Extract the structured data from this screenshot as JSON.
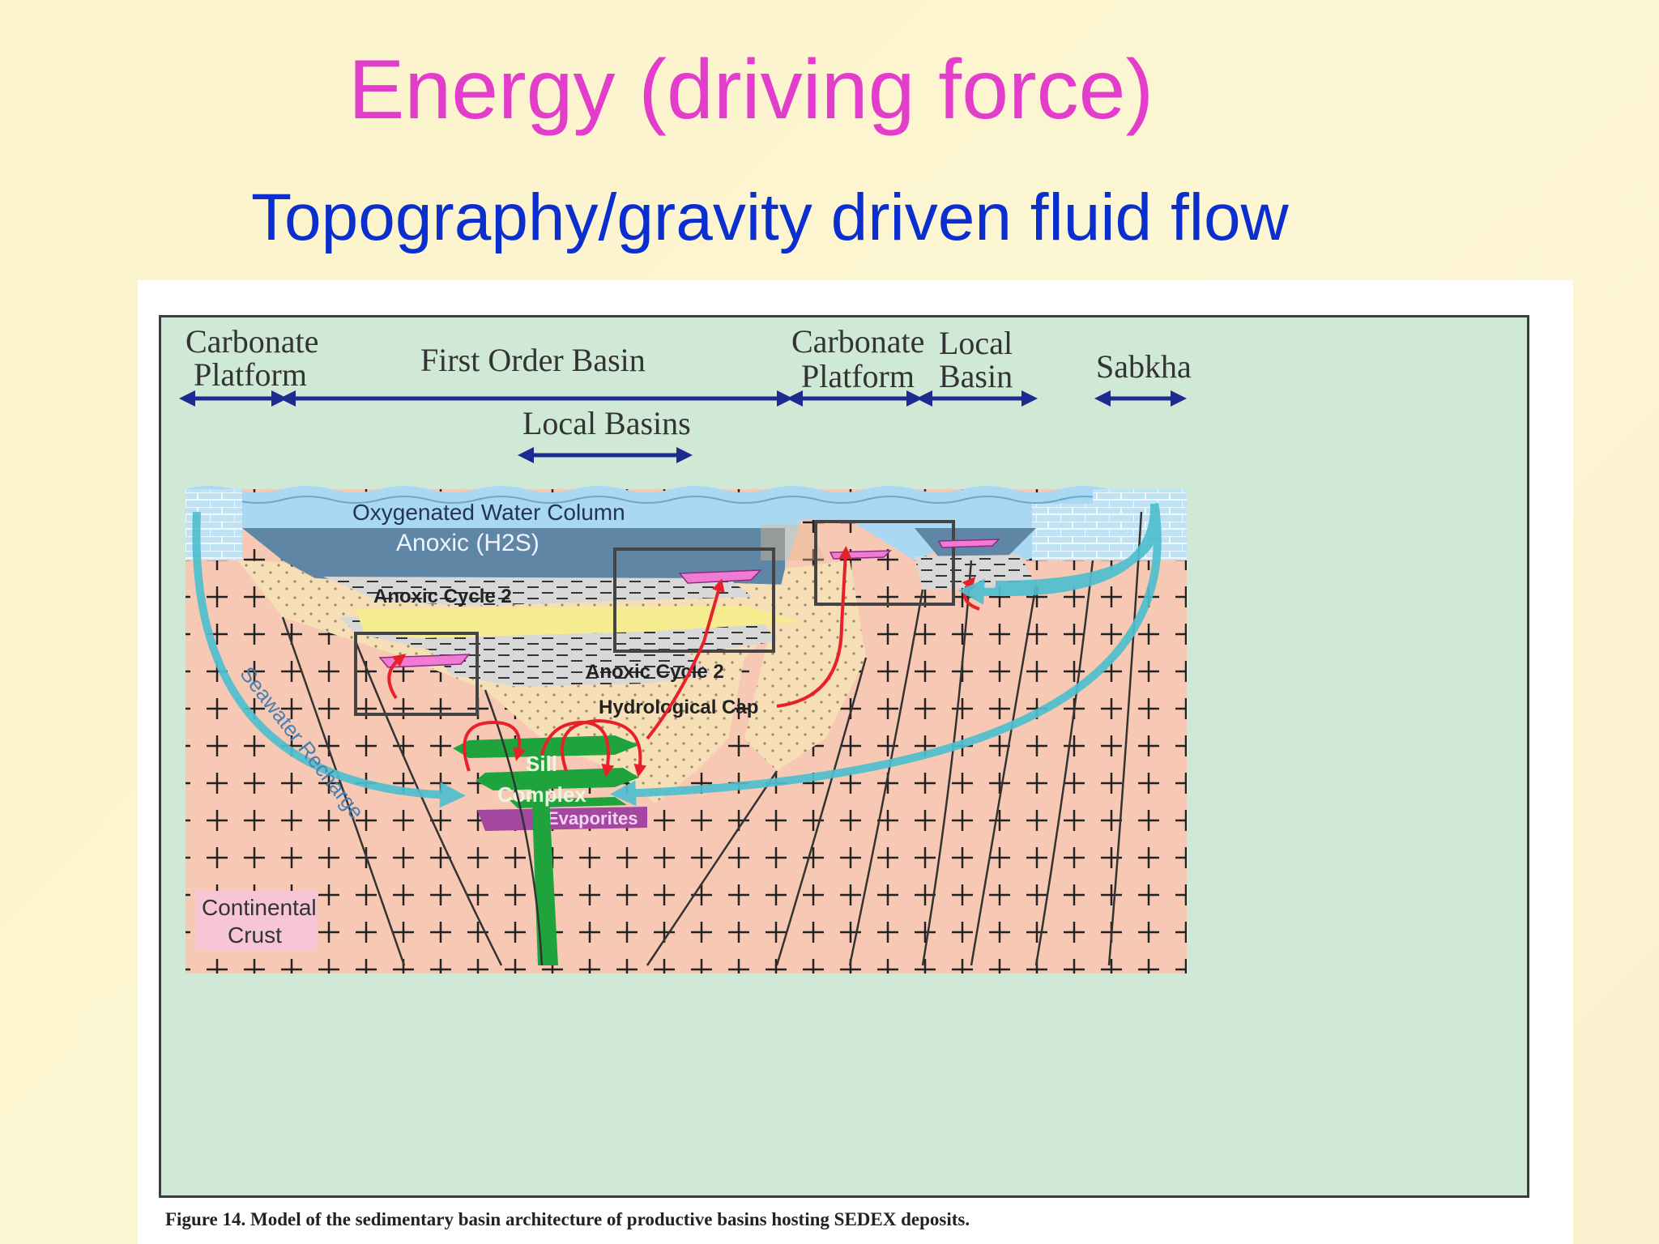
{
  "slide": {
    "title": "Energy (driving force)",
    "subtitle": "Topography/gravity driven fluid flow"
  },
  "figure": {
    "top_labels": {
      "carbonate_platform_left": [
        "Carbonate",
        "Platform"
      ],
      "first_order_basin": "First Order Basin",
      "carbonate_platform_right": [
        "Carbonate",
        "Platform"
      ],
      "local_basin": [
        "Local",
        "Basin"
      ],
      "sabkha": "Sabkha",
      "local_basins": "Local Basins"
    },
    "layers": {
      "oxygenated_water_column": "Oxygenated Water Column",
      "anoxic": "Anoxic (H2S)",
      "anoxic_cycle_upper": "Anoxic Cycle 2",
      "anoxic_cycle_lower": "Anoxic Cycle 2",
      "hydrological_cap": "Hydrological Cap",
      "sill": "Sill",
      "complex": "Complex",
      "evaporites": "Evaporites",
      "seawater_recharge": "Seawater Recharge",
      "continental_crust": [
        "Continental",
        "Crust"
      ]
    },
    "caption": "Figure 14. Model of the sedimentary basin architecture of productive basins hosting SEDEX deposits.",
    "colors": {
      "title": "#e23ecb",
      "subtitle": "#0b2fcf",
      "background_frame": "#cfe9d6",
      "water_light": "#a9d9f2",
      "water_anoxic": "#5f86a4",
      "crust": "#f7c9b4",
      "sediment": "#f6dfb6",
      "recharge_arrow": "#4fbfcf",
      "fluid_flow": "#e8202a",
      "sill": "#1fa33c",
      "evaporites": "#a347a0",
      "label_arrow": "#1d2a8f"
    }
  }
}
